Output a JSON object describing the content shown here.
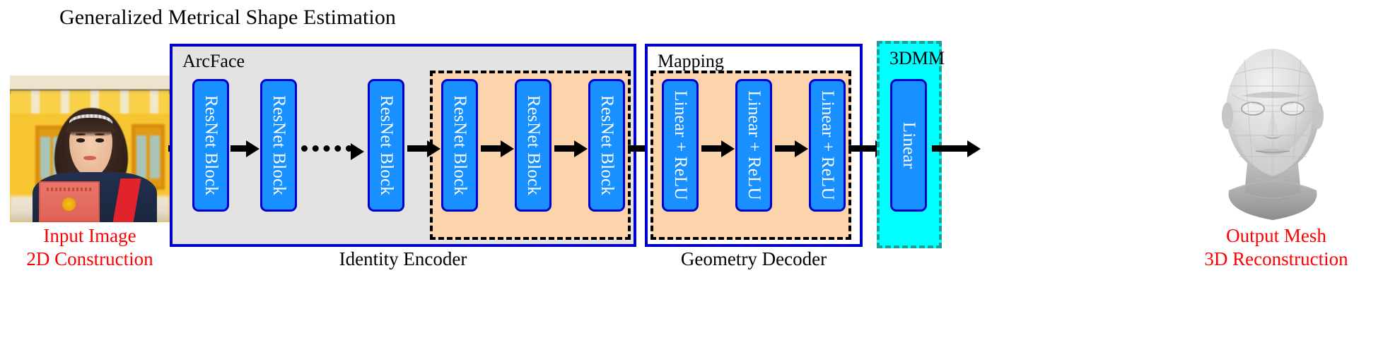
{
  "title": "Generalized Metrical Shape Estimation",
  "input": {
    "photo_alt": "graduate-portrait-photo",
    "caption_line1": "Input Image",
    "caption_line2": "2D Construction"
  },
  "output": {
    "mesh_alt": "3d-face-mesh",
    "caption_line1": "Output Mesh",
    "caption_line2": "3D Reconstruction"
  },
  "modules": {
    "arcface": {
      "label": "ArcFace",
      "section_label": "Identity Encoder",
      "blocks": [
        {
          "label": "ResNet Block"
        },
        {
          "label": "ResNet Block"
        },
        {
          "label": "ResNet Block"
        },
        {
          "label": "ResNet Block"
        },
        {
          "label": "ResNet Block"
        },
        {
          "label": "ResNet Block"
        }
      ]
    },
    "mapping": {
      "label": "Mapping",
      "section_label": "Geometry Decoder",
      "blocks": [
        {
          "label": "Linear + ReLU"
        },
        {
          "label": "Linear + ReLU"
        },
        {
          "label": "Linear + ReLU"
        }
      ]
    },
    "tdmm": {
      "label": "3DMM",
      "blocks": [
        {
          "label": "Linear"
        }
      ]
    }
  },
  "colors": {
    "block_fill": "#1890ff",
    "block_border": "#0000cd",
    "encoder_bg": "#e3e3e3",
    "group_highlight": "#fbd4ac",
    "tdmm_fill": "#00ffff",
    "tdmm_border": "#1f9e96",
    "caption_red": "#ff0000",
    "arrow": "#000000"
  }
}
